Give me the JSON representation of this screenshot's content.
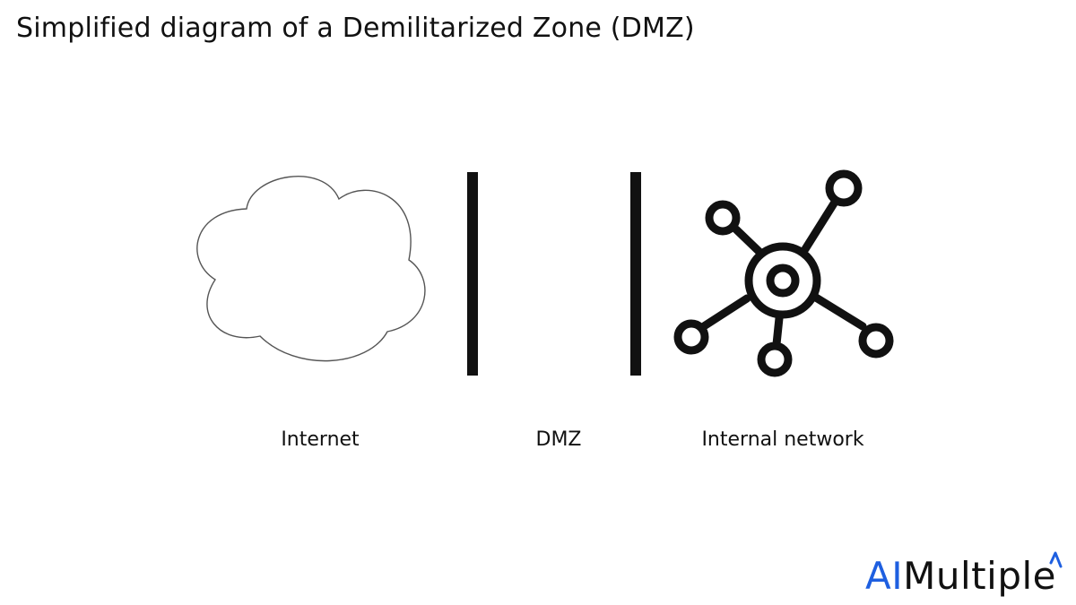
{
  "title": "Simplified diagram of a Demilitarized Zone (DMZ)",
  "zones": [
    {
      "id": "internet",
      "label": "Internet",
      "icon": "cloud-icon"
    },
    {
      "id": "dmz",
      "label": "DMZ",
      "icon": "barrier-lines"
    },
    {
      "id": "internal",
      "label": "Internal network",
      "icon": "network-hub-icon"
    }
  ],
  "logo": {
    "prefix": "AI",
    "suffix": "Multiple",
    "prefix_color": "#1e5fe0",
    "suffix_color": "#111111"
  }
}
